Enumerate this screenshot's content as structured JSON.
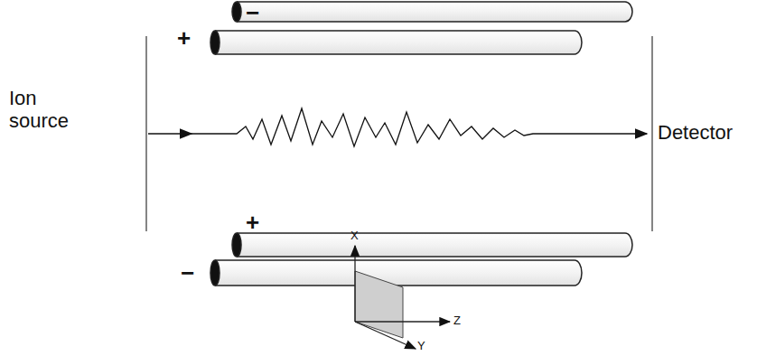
{
  "diagram": {
    "labels": [
      "Ion source",
      "Detector",
      "+",
      "−",
      "+",
      "−",
      "X",
      "Z",
      "Y"
    ]
  }
}
